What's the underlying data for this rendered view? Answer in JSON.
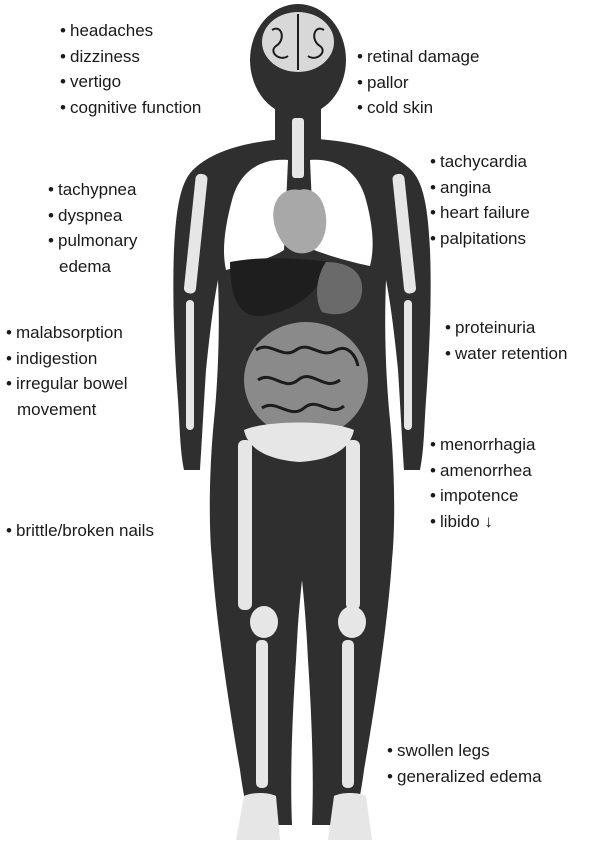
{
  "colors": {
    "body": "#2f2f2f",
    "body_edge": "#1c1c1c",
    "bone": "#e6e6e6",
    "lung": "#ffffff",
    "heart": "#a8a8a8",
    "liver": "#1e1e1e",
    "stomach": "#6a6a6a",
    "intestine": "#8a8a8a",
    "brain": "#d8d8d8"
  },
  "labels": {
    "head": [
      "headaches",
      "dizziness",
      "vertigo",
      "cognitive function"
    ],
    "face": [
      "retinal damage",
      "pallor",
      "cold skin"
    ],
    "heart": [
      "tachycardia",
      "angina",
      "heart failure",
      "palpitations"
    ],
    "lungs": [
      "tachypnea",
      "dyspnea",
      "pulmonary",
      "edema"
    ],
    "kidney": [
      "proteinuria",
      "water retention"
    ],
    "gut": [
      "malabsorption",
      "indigestion",
      "irregular bowel",
      "movement"
    ],
    "repro": [
      "menorrhagia",
      "amenorrhea",
      "impotence",
      "libido ↓"
    ],
    "nails": [
      "brittle/broken nails"
    ],
    "legs": [
      "swollen legs",
      "generalized edema"
    ]
  }
}
